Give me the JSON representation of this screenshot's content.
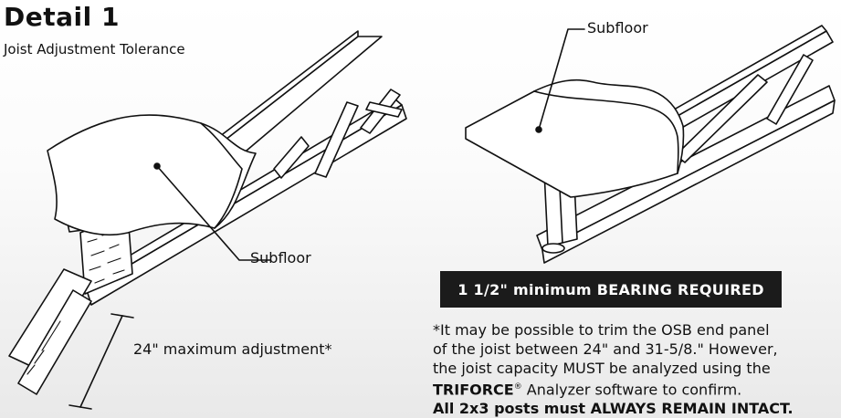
{
  "header": {
    "title": "Detail 1",
    "subtitle": "Joist Adjustment Tolerance"
  },
  "left_figure": {
    "subfloor_label": "Subfloor",
    "adjustment_label": "24\" maximum adjustment*"
  },
  "right_figure": {
    "subfloor_label": "Subfloor"
  },
  "bearing_banner": "1 1/2\" minimum BEARING REQUIRED",
  "footnote": {
    "line1": "*It may be possible to trim the OSB end panel",
    "line2": "of the joist between 24\" and 31-5/8.\" However,",
    "line3": "the joist capacity MUST be analyzed using the",
    "brand": "TRIFORCE",
    "registered": "®",
    "line4_rest": " Analyzer software to confirm.",
    "line5": "All 2x3 posts must ALWAYS REMAIN INTACT."
  },
  "colors": {
    "banner_bg": "#1b1b1b",
    "banner_text": "#ffffff",
    "line": "#111111"
  }
}
